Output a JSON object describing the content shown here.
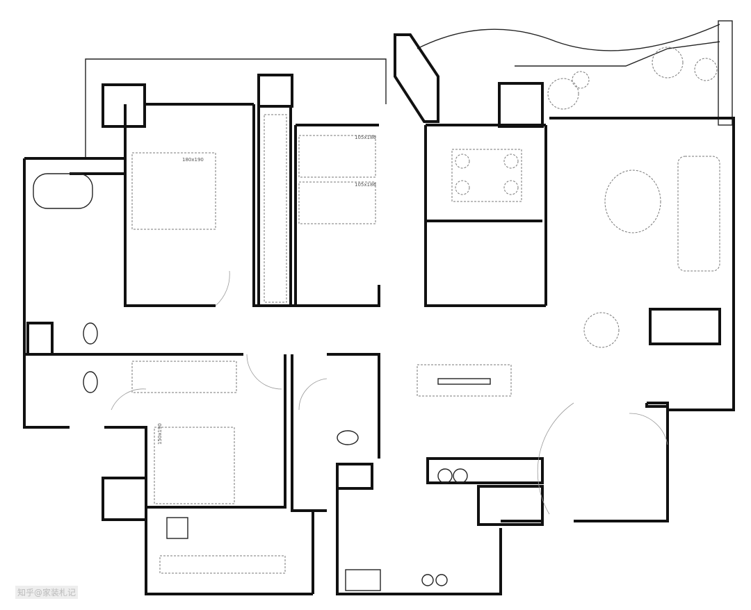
{
  "drawing": {
    "bed_labels": [
      "180x190",
      "105x186",
      "105x186",
      "150x190"
    ],
    "watermark": "知乎@家装札记"
  }
}
